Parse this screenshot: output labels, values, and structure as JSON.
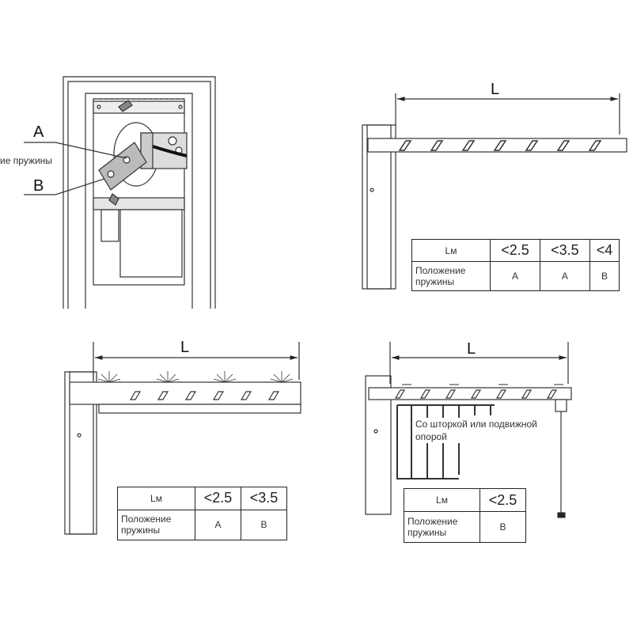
{
  "panel1": {
    "label_a": "A",
    "label_b": "B",
    "spring_position_label": "Положение пружины"
  },
  "panel2": {
    "dimension": "L",
    "table": {
      "header": "Lм",
      "row_label": "Положение пружины",
      "lengths": [
        "<2.5",
        "<3.5",
        "<4"
      ],
      "positions": [
        "A",
        "A",
        "B"
      ]
    }
  },
  "panel3": {
    "dimension": "L",
    "table": {
      "header": "Lм",
      "row_label": "Положение пружины",
      "lengths": [
        "<2.5",
        "<3.5"
      ],
      "positions": [
        "A",
        "B"
      ]
    }
  },
  "panel4": {
    "dimension": "L",
    "note": "Со шторкой или подвижной опорой",
    "table": {
      "header": "Lм",
      "row_label": "Положение пружины",
      "lengths": [
        "<2.5"
      ],
      "positions": [
        "B"
      ]
    }
  }
}
